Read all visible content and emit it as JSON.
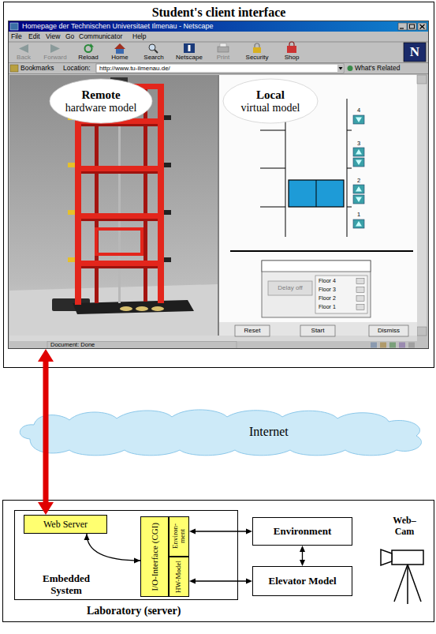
{
  "diagram": {
    "nodes": [
      {
        "text": [
          "Student's client interface"
        ]
      },
      {
        "text": [
          "Homepage der Technischen Universitaet Ilmenau - Netscape"
        ],
        "in": 0
      },
      {
        "text": [
          "Remote",
          "hardware model"
        ],
        "in": 1
      },
      {
        "text": [
          "Local",
          "virtual model"
        ],
        "in": 1
      },
      {
        "text": [
          "Internet"
        ]
      },
      {
        "text": [
          "Laboratory (server)"
        ]
      },
      {
        "text": [
          "Embedded System"
        ],
        "in": 5
      },
      {
        "text": [
          "Web Server"
        ],
        "in": 6
      },
      {
        "text": [
          "I/O-Interface (CGI)"
        ],
        "in": 6
      },
      {
        "text": [
          "Environ-ment"
        ],
        "in": 6
      },
      {
        "text": [
          "HW-Model"
        ],
        "in": 6
      },
      {
        "text": [
          "Environment"
        ],
        "in": 5
      },
      {
        "text": [
          "Elevator Model"
        ],
        "in": 5
      }
    ],
    "edges": [
      {
        "from": 1,
        "to": 7,
        "arrow": "both"
      },
      {
        "from": 7,
        "to": 8,
        "arrow": "both"
      },
      {
        "from": 9,
        "to": 11,
        "arrow": "both"
      },
      {
        "from": 10,
        "to": 12,
        "arrow": "both"
      },
      {
        "from": 11,
        "to": 12,
        "arrow": "both"
      }
    ],
    "labels": [
      "File",
      "Edit",
      "View",
      "Go",
      "Communicator",
      "Help",
      "Back",
      "Forward",
      "Reload",
      "Home",
      "Search",
      "Netscape",
      "Print",
      "Security",
      "Shop",
      "N",
      "Bookmarks",
      "Location:",
      "http://www.tu-ilmenau.de/",
      "What's Related",
      "4",
      "3",
      "2",
      "1",
      "Delay off",
      "Floor 4",
      "Floor 3",
      "Floor 2",
      "Floor 1",
      "Reset",
      "Start",
      "Dismiss",
      "Document: Done",
      "Web–Cam"
    ]
  }
}
